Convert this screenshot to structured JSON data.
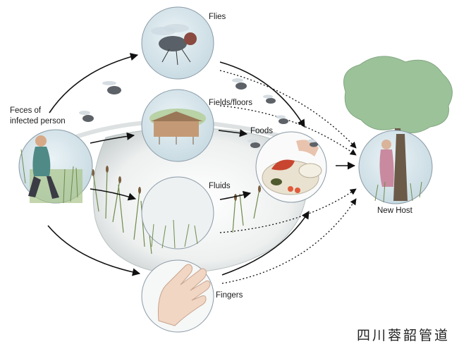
{
  "labels": {
    "source": [
      "Feces of",
      "infected person"
    ],
    "flies": "Flies",
    "fields_floors": "Fields/floors",
    "foods": "Foods",
    "fluids": "Fluids",
    "fingers": "Fingers",
    "new_host": "New Host"
  },
  "watermark": "四川蓉韶管道",
  "colors": {
    "circle_stroke": "#8a9aa6",
    "circle_fill": "#dbe8ee",
    "arrow": "#111111",
    "pond": "#e9ecec",
    "grass": "#7d9a55",
    "tree_leaf": "#9cc29a",
    "trunk": "#6b5a48"
  },
  "icons": [
    "fly-icon",
    "house-icon",
    "food-plate-icon",
    "hand-icon",
    "tree-icon",
    "person-icon",
    "man-icon"
  ]
}
